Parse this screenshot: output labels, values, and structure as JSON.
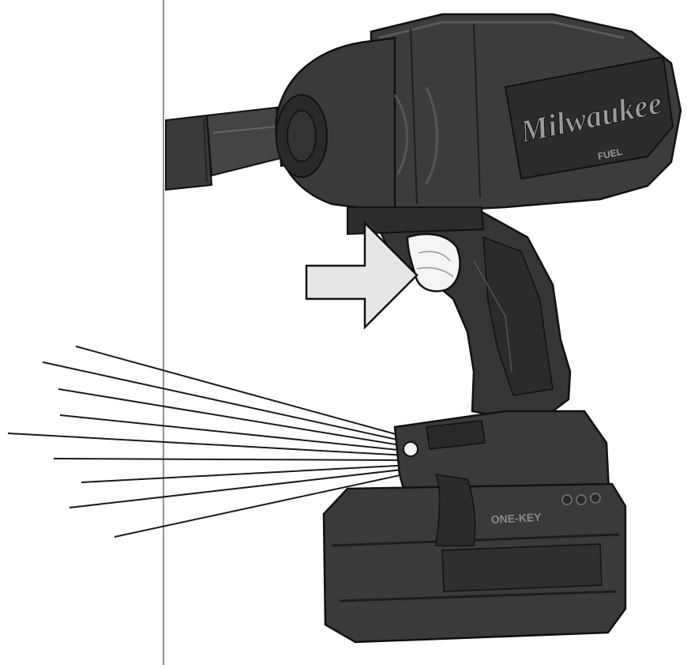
{
  "illustration": {
    "brand_logo_text": "Milwaukee",
    "sub_logo_text": "FUEL",
    "battery_label_text": "ONE-KEY",
    "colors": {
      "background": "#ffffff",
      "tool_body": "#3c3c3c",
      "tool_dark": "#262626",
      "tool_edge": "#111111",
      "highlight": "#585858",
      "arrow_fill": "#e6e6e6",
      "trigger_fill": "#f4f4f4",
      "line": "#1a1a1a",
      "divider": "#6e6e6e"
    },
    "icons": [
      "impact-wrench-illustration",
      "arrow-right-icon",
      "light-rays"
    ]
  }
}
